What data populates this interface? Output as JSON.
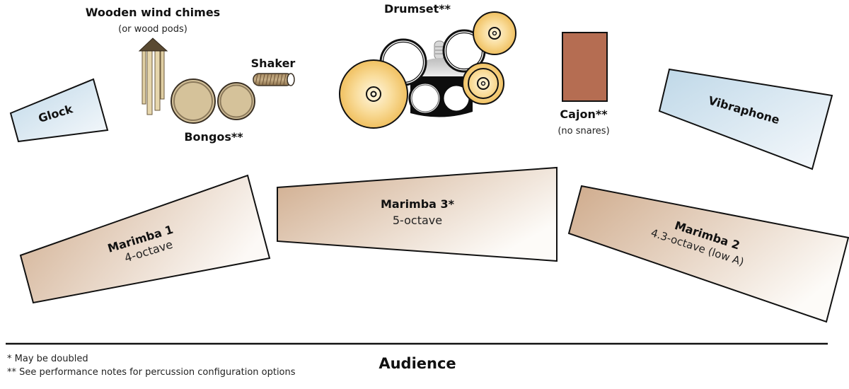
{
  "diagram": {
    "title": "Percussion stage setup",
    "audience_label": "Audience",
    "footnotes": [
      "* May be doubled",
      "** See performance notes for percussion configuration options"
    ],
    "colors": {
      "mallet_blue": "#c6dcea",
      "mallet_blue_light": "#f4f8fb",
      "marimba_tan": "#d2b195",
      "marimba_light": "#fbf8f5",
      "cymbal_gold": "#f2c56a",
      "cymbal_light": "#fdf3dc",
      "cajon": "#b56d52",
      "bongo": "#d5c29a",
      "bongo_rim": "#8c7a5c",
      "chime_wood": "#e0cfa3",
      "chime_top": "#5a4a32",
      "outline": "#111111"
    },
    "instruments": {
      "glock": {
        "name": "Glock"
      },
      "wind_chimes": {
        "name": "Wooden wind chimes",
        "note": "(or wood pods)"
      },
      "shaker": {
        "name": "Shaker"
      },
      "bongos": {
        "name": "Bongos**"
      },
      "drumset": {
        "name": "Drumset**"
      },
      "cajon": {
        "name": "Cajon**",
        "note": "(no snares)"
      },
      "vibraphone": {
        "name": "Vibraphone"
      },
      "marimba1": {
        "name": "Marimba 1",
        "note": "4-octave"
      },
      "marimba3": {
        "name": "Marimba 3*",
        "note": "5-octave"
      },
      "marimba2": {
        "name": "Marimba 2",
        "note": "4.3-octave (low A)"
      }
    }
  }
}
